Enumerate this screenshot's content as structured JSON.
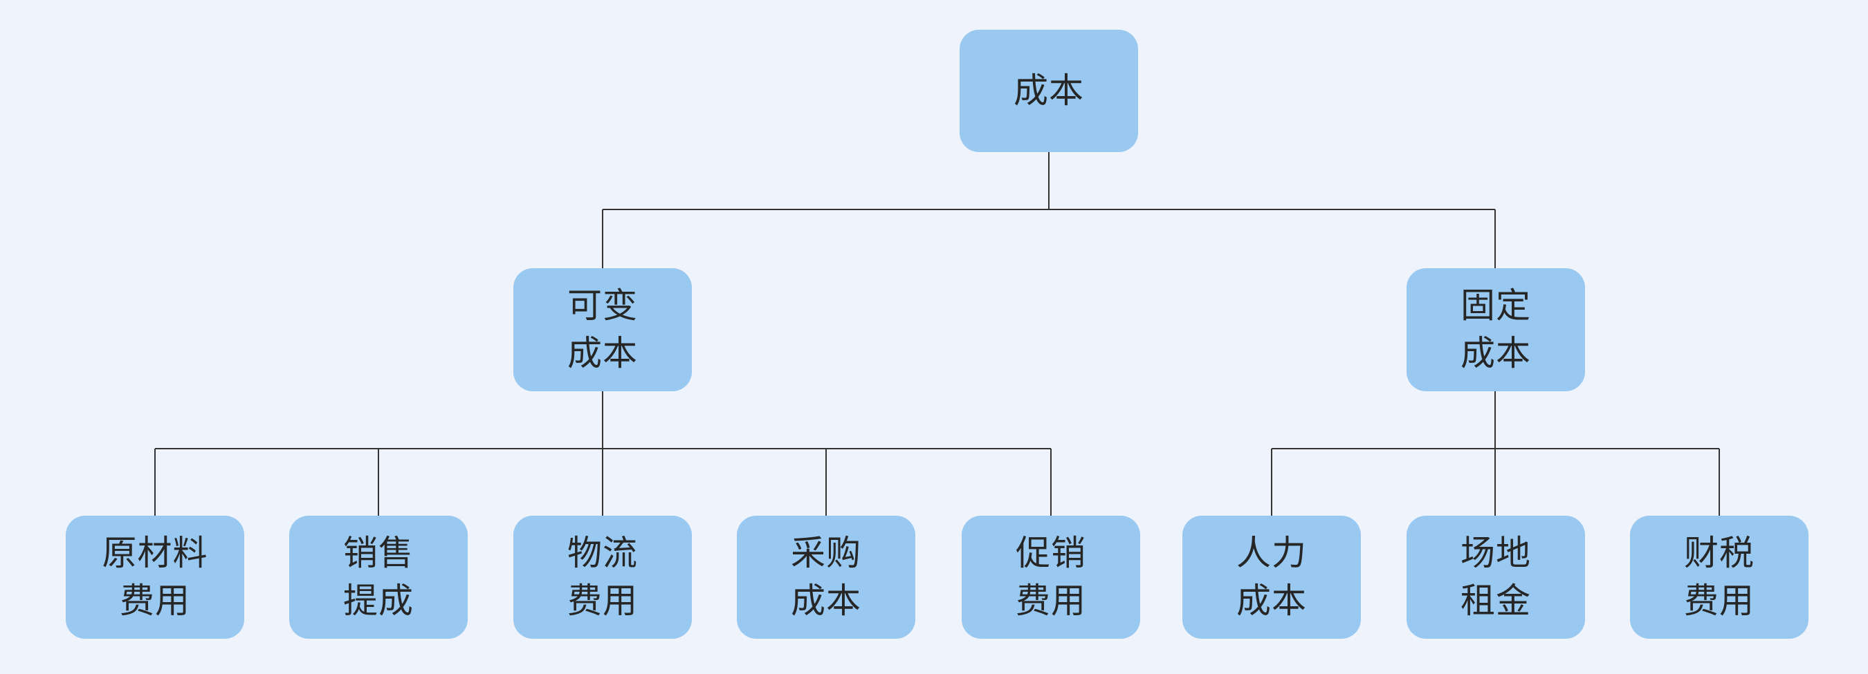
{
  "diagram": {
    "type": "tree",
    "language": "zh-CN",
    "colors": {
      "background": "#EFF3FB",
      "node_fill": "#99C9F0",
      "node_text": "#262626",
      "connector": "#333333"
    },
    "nodes": [
      {
        "id": "root",
        "label": "成本"
      },
      {
        "id": "variable-cost",
        "label": "可变\n成本"
      },
      {
        "id": "fixed-cost",
        "label": "固定\n成本"
      },
      {
        "id": "raw-material-expense",
        "label": "原材料\n费用"
      },
      {
        "id": "sales-commission",
        "label": "销售\n提成"
      },
      {
        "id": "logistics-expense",
        "label": "物流\n费用"
      },
      {
        "id": "procurement-cost",
        "label": "采购\n成本"
      },
      {
        "id": "promotion-expense",
        "label": "促销\n费用"
      },
      {
        "id": "labor-cost",
        "label": "人力\n成本"
      },
      {
        "id": "venue-rent",
        "label": "场地\n租金"
      },
      {
        "id": "finance-tax-expense",
        "label": "财税\n费用"
      }
    ],
    "hierarchy": {
      "label": "成本",
      "children": [
        {
          "label": "可变成本",
          "children": [
            {
              "label": "原材料费用"
            },
            {
              "label": "销售提成"
            },
            {
              "label": "物流费用"
            },
            {
              "label": "采购成本"
            },
            {
              "label": "促销费用"
            }
          ]
        },
        {
          "label": "固定成本",
          "children": [
            {
              "label": "人力成本"
            },
            {
              "label": "场地租金"
            },
            {
              "label": "财税费用"
            }
          ]
        }
      ]
    }
  }
}
